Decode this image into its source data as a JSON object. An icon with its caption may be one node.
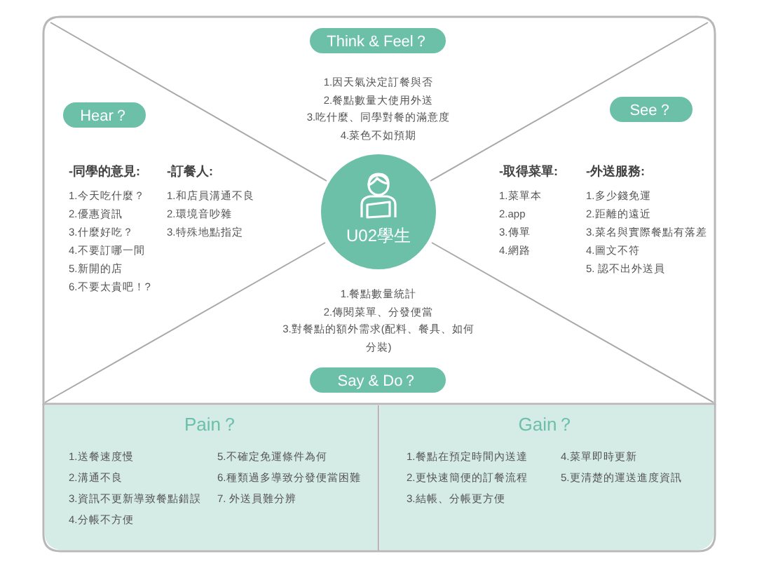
{
  "diagram": {
    "nodes": [
      {
        "text": [
          "Think & Feel？"
        ]
      },
      {
        "text": [
          "Hear？"
        ]
      },
      {
        "text": [
          "See？"
        ]
      },
      {
        "text": [
          "U02學生"
        ]
      },
      {
        "text": [
          "Say & Do？"
        ]
      },
      {
        "text": [
          "Pain？",
          "1.送餐速度慢",
          "2.溝通不良",
          "3.資訊不更新導致餐點錯誤",
          "4.分帳不方便",
          "5.不確定免運條件為何",
          "6.種類過多導致分發便當困難",
          "7. 外送員難分辨"
        ]
      },
      {
        "text": [
          "Gain？",
          "1.餐點在預定時間內送達",
          "2.更快速簡便的訂餐流程",
          "3.結帳、分帳更方便",
          "4.菜單即時更新",
          "5.更清楚的運送進度資訊"
        ]
      }
    ],
    "labels": [
      "1.因天氣決定訂餐與否",
      "2.餐點數量大使用外送",
      "3.吃什麼、同學對餐的滿意度",
      "4.菜色不如預期",
      "-同學的意見:",
      "1.今天吃什麼？",
      "2.優惠資訊",
      "3.什麼好吃？",
      "4.不要訂哪一間",
      "5.新開的店",
      "6.不要太貴吧！?",
      "-訂餐人:",
      "1.和店員溝通不良",
      "2.環境音吵雜",
      "3.特殊地點指定",
      "-取得菜單:",
      "1.菜單本",
      "2.app",
      "3.傳單",
      "4.網路",
      "-外送服務:",
      "1.多少錢免運",
      "2.距離的遠近",
      "3.菜名與實際餐點有落差",
      "4.圖文不符",
      "5. 認不出外送員",
      "1.餐點數量統計",
      "2.傳閱菜單、分發便當",
      "3.對餐點的額外需求(配料、餐具、如何分裝)"
    ]
  }
}
